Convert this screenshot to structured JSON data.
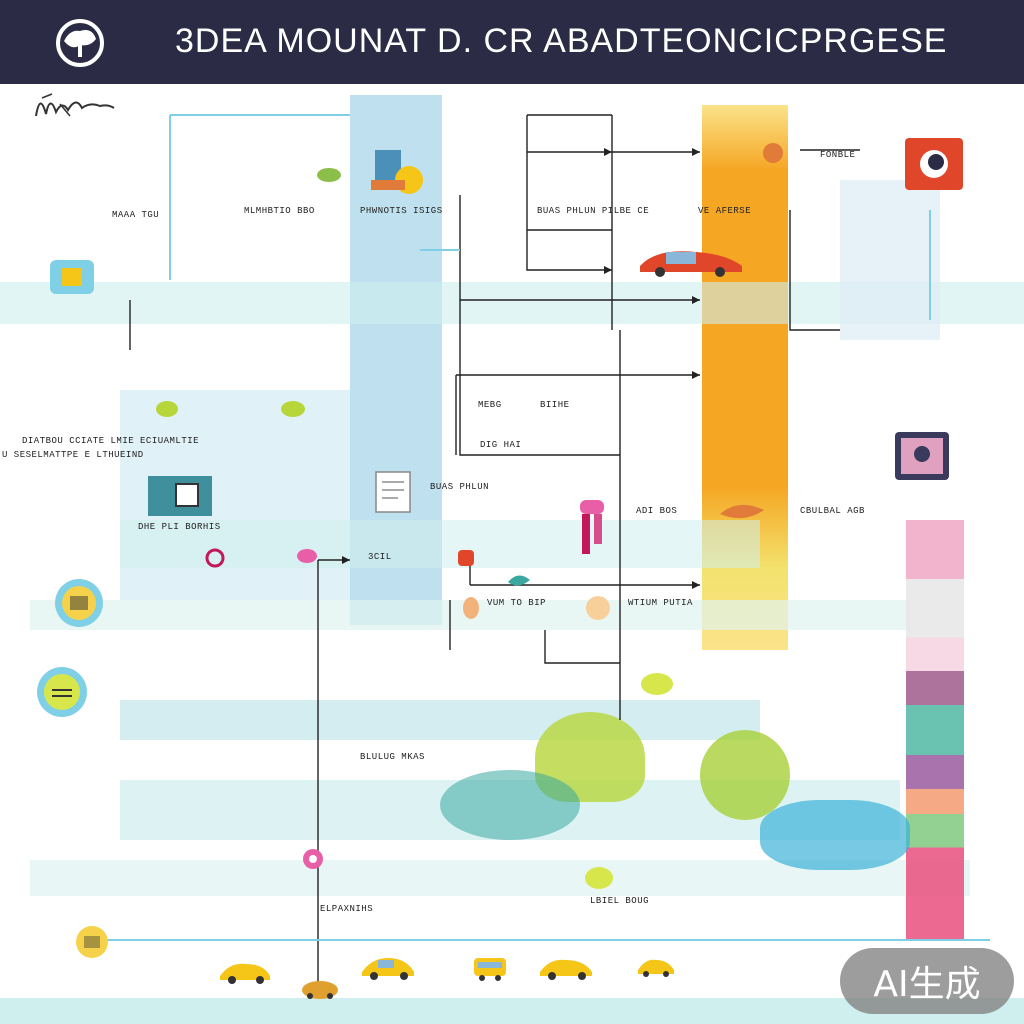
{
  "header": {
    "title": "3DEA MOUNAT D. CR ABADTEONCICPRGESE",
    "logo_icon": "tree-globe-logo-icon"
  },
  "signature": "handwritten-signature",
  "labels": [
    {
      "id": "l1",
      "text": "MAAA TGU"
    },
    {
      "id": "l2",
      "text": "MLMHBTIO BBO"
    },
    {
      "id": "l3",
      "text": "PHWNOTIS ISIGS"
    },
    {
      "id": "l4",
      "text": "BUAS PHLUN PILBE CE"
    },
    {
      "id": "l5",
      "text": "VE AFERSE"
    },
    {
      "id": "l6",
      "text": "DIATBOU CCIATE LMIE ECIUAMLTIE"
    },
    {
      "id": "l7",
      "text": "U SESELMATTPE E LTHUEIND"
    },
    {
      "id": "l8",
      "text": "MEBG"
    },
    {
      "id": "l9",
      "text": "BIIHE"
    },
    {
      "id": "l10",
      "text": "DIG HAI"
    },
    {
      "id": "l11",
      "text": "BUAS PHLUN"
    },
    {
      "id": "l12",
      "text": "DHE PLI BORHIS"
    },
    {
      "id": "l13",
      "text": "3CIL"
    },
    {
      "id": "l14",
      "text": "VUM TO BIP"
    },
    {
      "id": "l15",
      "text": "WTIUM PUTIA"
    },
    {
      "id": "l16",
      "text": "ADI BOS"
    },
    {
      "id": "l17",
      "text": "BLULUG MKAS"
    },
    {
      "id": "l18",
      "text": "ELPAXNIHS"
    },
    {
      "id": "l19",
      "text": "LBIEL BOUG"
    },
    {
      "id": "l20",
      "text": "CBULBAL AGB"
    },
    {
      "id": "l21",
      "text": "FONBLE"
    }
  ],
  "colors": {
    "header_bg": "#2b2b45",
    "band_blue": "#a9d6e8",
    "band_mint": "#cfeeee",
    "band_orange": "#f5a623",
    "band_yellow": "#fbe38a",
    "accent_red": "#e0462a",
    "accent_pink": "#e85fa8",
    "accent_lime": "#b7d63a"
  },
  "badge": {
    "text": "AI生成"
  }
}
